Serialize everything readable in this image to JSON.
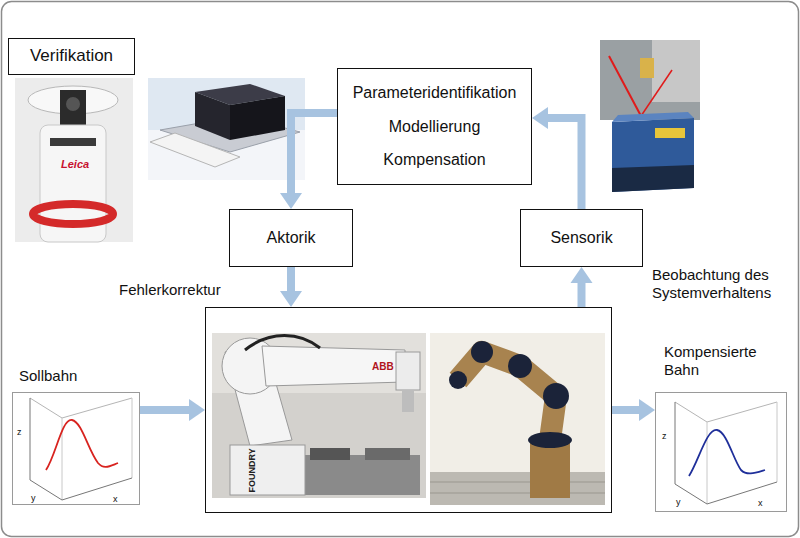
{
  "diagram": {
    "nodes": [
      {
        "text": [
          "Verifikation"
        ]
      },
      {
        "text": [
          "Parameteridentifikation",
          "Modellierung",
          "Kompensation"
        ]
      },
      {
        "text": [
          "Aktorik"
        ]
      },
      {
        "text": [
          "Sensorik"
        ]
      },
      {
        "text": [
          "Fehlerkorrektur"
        ]
      },
      {
        "text": [
          "Sollbahn",
          "z",
          "y",
          "x"
        ]
      },
      {
        "text": [
          "Kompensierte Bahn",
          "z",
          "y",
          "x"
        ]
      }
    ],
    "edges": [
      {
        "from": 1,
        "to": 2,
        "arrow": "to"
      },
      {
        "from": 3,
        "to": 1,
        "arrow": "to"
      },
      {
        "from": 2,
        "to": 4,
        "arrow": "to"
      },
      {
        "from": 4,
        "to": 3,
        "arrow": "to",
        "label": "Beobachtung des Systemverhaltens"
      },
      {
        "from": 5,
        "to": 4,
        "arrow": "to"
      },
      {
        "from": 4,
        "to": 6,
        "arrow": "to"
      }
    ],
    "labels": [
      "Leica",
      "FOUNDRY",
      "ABB"
    ]
  }
}
